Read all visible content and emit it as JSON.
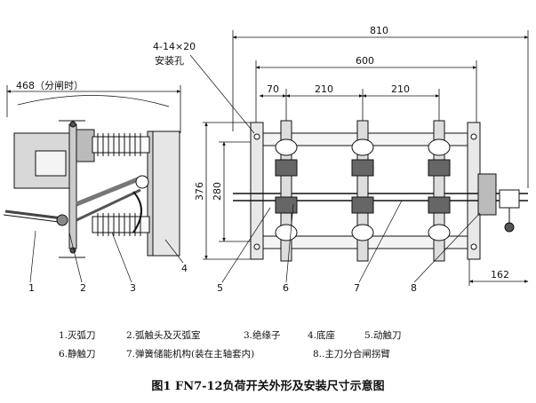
{
  "dimensions": {
    "left_open_width": "468（分闸时）",
    "holes_label_line1": "4-14×20",
    "holes_label_line2": "安装孔",
    "overall_width": "810",
    "hole_span": "600",
    "left_offset": "70",
    "pitch_1": "210",
    "pitch_2": "210",
    "height_overall": "376",
    "height_inner": "280",
    "right_offset": "162"
  },
  "callouts": [
    "1",
    "2",
    "3",
    "4",
    "5",
    "6",
    "7",
    "8"
  ],
  "legend": {
    "row1": [
      "1.灭弧刀",
      "2.弧触头及灭弧室",
      "3.绝缘子",
      "4.底座",
      "5.动触刀"
    ],
    "row2": [
      "6.静触刀",
      "7.弹簧储能机构(装在主轴套内)",
      "8..主刀分合闸拐臂"
    ]
  },
  "caption": "图1 FN7-12负荷开关外形及安装尺寸示意图"
}
